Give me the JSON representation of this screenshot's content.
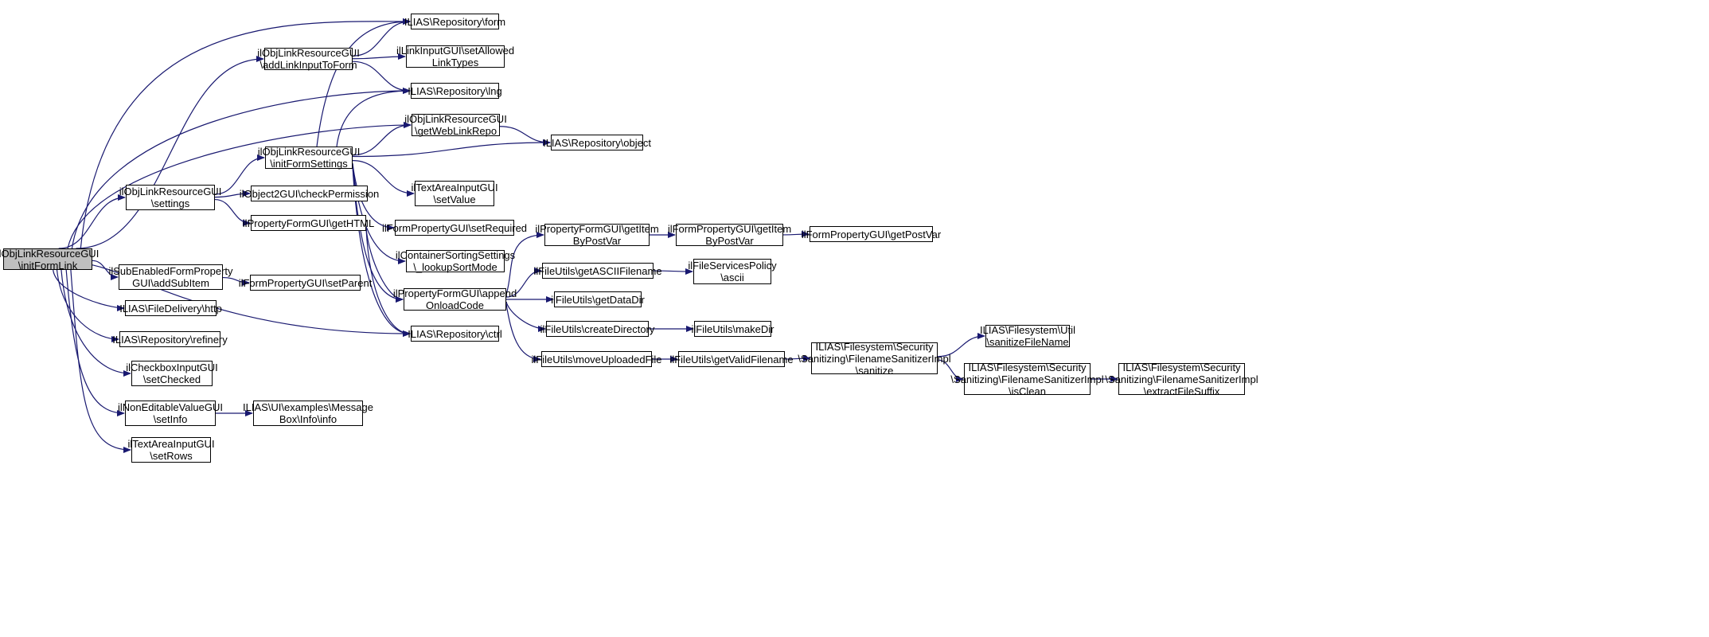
{
  "colors": {
    "edge": "#191970",
    "node_border": "#000000",
    "root_fill": "#bfbfbf",
    "node_fill": "#ffffff"
  },
  "nodes": [
    {
      "id": "root",
      "lines": [
        "ilObjLinkResourceGUI",
        "\\initFormLink"
      ]
    },
    {
      "id": "settings",
      "lines": [
        "ilObjLinkResourceGUI",
        "\\settings"
      ]
    },
    {
      "id": "addsub",
      "lines": [
        "ilSubEnabledFormProperty",
        "GUI\\addSubItem"
      ]
    },
    {
      "id": "http",
      "lines": [
        "ILIAS\\FileDelivery\\http"
      ]
    },
    {
      "id": "refinery",
      "lines": [
        "ILIAS\\Repository\\refinery"
      ]
    },
    {
      "id": "checkbox",
      "lines": [
        "ilCheckboxInputGUI",
        "\\setChecked"
      ]
    },
    {
      "id": "noneditable",
      "lines": [
        "ilNonEditableValueGUI",
        "\\setInfo"
      ]
    },
    {
      "id": "textrows",
      "lines": [
        "ilTextAreaInputGUI",
        "\\setRows"
      ]
    },
    {
      "id": "addlink",
      "lines": [
        "ilObjLinkResourceGUI",
        "\\addLinkInputToForm"
      ]
    },
    {
      "id": "initform",
      "lines": [
        "ilObjLinkResourceGUI",
        "\\initFormSettings"
      ]
    },
    {
      "id": "checkperm",
      "lines": [
        "ilObject2GUI\\checkPermission"
      ]
    },
    {
      "id": "gethtml",
      "lines": [
        "ilPropertyFormGUI\\getHTML"
      ]
    },
    {
      "id": "setparent",
      "lines": [
        "ilFormPropertyGUI\\setParent"
      ]
    },
    {
      "id": "msgbox",
      "lines": [
        "ILIAS\\UI\\examples\\Message",
        "Box\\Info\\info"
      ]
    },
    {
      "id": "form",
      "lines": [
        "ILIAS\\Repository\\form"
      ]
    },
    {
      "id": "setallowed",
      "lines": [
        "ilLinkInputGUI\\setAllowed",
        "LinkTypes"
      ]
    },
    {
      "id": "lng",
      "lines": [
        "ILIAS\\Repository\\lng"
      ]
    },
    {
      "id": "getweblink",
      "lines": [
        "ilObjLinkResourceGUI",
        "\\getWebLinkRepo"
      ]
    },
    {
      "id": "object",
      "lines": [
        "ILIAS\\Repository\\object"
      ]
    },
    {
      "id": "setvalue",
      "lines": [
        "ilTextAreaInputGUI",
        "\\setValue"
      ]
    },
    {
      "id": "setrequired",
      "lines": [
        "ilFormPropertyGUI\\setRequired"
      ]
    },
    {
      "id": "lookupsort",
      "lines": [
        "ilContainerSortingSettings",
        "\\_lookupSortMode"
      ]
    },
    {
      "id": "appendonload",
      "lines": [
        "ilPropertyFormGUI\\append",
        "OnloadCode"
      ]
    },
    {
      "id": "ctrl",
      "lines": [
        "ILIAS\\Repository\\ctrl"
      ]
    },
    {
      "id": "getitembypost",
      "lines": [
        "ilPropertyFormGUI\\getItem",
        "ByPostVar"
      ]
    },
    {
      "id": "getascii",
      "lines": [
        "ilFileUtils\\getASCIIFilename"
      ]
    },
    {
      "id": "getdatadir",
      "lines": [
        "ilFileUtils\\getDataDir"
      ]
    },
    {
      "id": "createdir",
      "lines": [
        "ilFileUtils\\createDirectory"
      ]
    },
    {
      "id": "moveupload",
      "lines": [
        "ilFileUtils\\moveUploadedFile"
      ]
    },
    {
      "id": "fpgetitem",
      "lines": [
        "ilFormPropertyGUI\\getItem",
        "ByPostVar"
      ]
    },
    {
      "id": "ascii",
      "lines": [
        "ilFileServicesPolicy",
        "\\ascii"
      ]
    },
    {
      "id": "makedir",
      "lines": [
        "ilFileUtils\\makeDir"
      ]
    },
    {
      "id": "getvalidfn",
      "lines": [
        "ilFileUtils\\getValidFilename"
      ]
    },
    {
      "id": "getpostvar",
      "lines": [
        "ilFormPropertyGUI\\getPostVar"
      ]
    },
    {
      "id": "sanitize",
      "lines": [
        "ILIAS\\Filesystem\\Security",
        "\\Sanitizing\\FilenameSanitizerImpl",
        "\\sanitize"
      ]
    },
    {
      "id": "sanitizefn",
      "lines": [
        "ILIAS\\Filesystem\\Util",
        "\\sanitizeFileName"
      ]
    },
    {
      "id": "isclean",
      "lines": [
        "ILIAS\\Filesystem\\Security",
        "\\Sanitizing\\FilenameSanitizerImpl",
        "\\isClean"
      ]
    },
    {
      "id": "extractsuffix",
      "lines": [
        "ILIAS\\Filesystem\\Security",
        "\\Sanitizing\\FilenameSanitizerImpl",
        "\\extractFileSuffix"
      ]
    }
  ],
  "edges": [
    [
      "root",
      "settings"
    ],
    [
      "root",
      "addsub"
    ],
    [
      "root",
      "http"
    ],
    [
      "root",
      "refinery"
    ],
    [
      "root",
      "checkbox"
    ],
    [
      "root",
      "noneditable"
    ],
    [
      "root",
      "textrows"
    ],
    [
      "root",
      "addlink"
    ],
    [
      "root",
      "form"
    ],
    [
      "root",
      "lng"
    ],
    [
      "root",
      "getweblink"
    ],
    [
      "root",
      "ctrl"
    ],
    [
      "settings",
      "initform"
    ],
    [
      "settings",
      "checkperm"
    ],
    [
      "settings",
      "gethtml"
    ],
    [
      "addsub",
      "setparent"
    ],
    [
      "noneditable",
      "msgbox"
    ],
    [
      "addlink",
      "form"
    ],
    [
      "addlink",
      "setallowed"
    ],
    [
      "addlink",
      "lng"
    ],
    [
      "initform",
      "form"
    ],
    [
      "initform",
      "lng"
    ],
    [
      "initform",
      "getweblink"
    ],
    [
      "initform",
      "object"
    ],
    [
      "initform",
      "setvalue"
    ],
    [
      "initform",
      "setrequired"
    ],
    [
      "initform",
      "lookupsort"
    ],
    [
      "initform",
      "appendonload"
    ],
    [
      "initform",
      "ctrl"
    ],
    [
      "getweblink",
      "object"
    ],
    [
      "gethtml",
      "appendonload"
    ],
    [
      "gethtml",
      "ctrl"
    ],
    [
      "appendonload",
      "getitembypost"
    ],
    [
      "appendonload",
      "getascii"
    ],
    [
      "appendonload",
      "getdatadir"
    ],
    [
      "appendonload",
      "createdir"
    ],
    [
      "appendonload",
      "moveupload"
    ],
    [
      "getitembypost",
      "fpgetitem"
    ],
    [
      "fpgetitem",
      "getpostvar"
    ],
    [
      "getascii",
      "ascii"
    ],
    [
      "createdir",
      "makedir"
    ],
    [
      "moveupload",
      "getvalidfn"
    ],
    [
      "getvalidfn",
      "sanitize"
    ],
    [
      "sanitize",
      "sanitizefn"
    ],
    [
      "sanitize",
      "isclean"
    ],
    [
      "isclean",
      "extractsuffix"
    ]
  ]
}
